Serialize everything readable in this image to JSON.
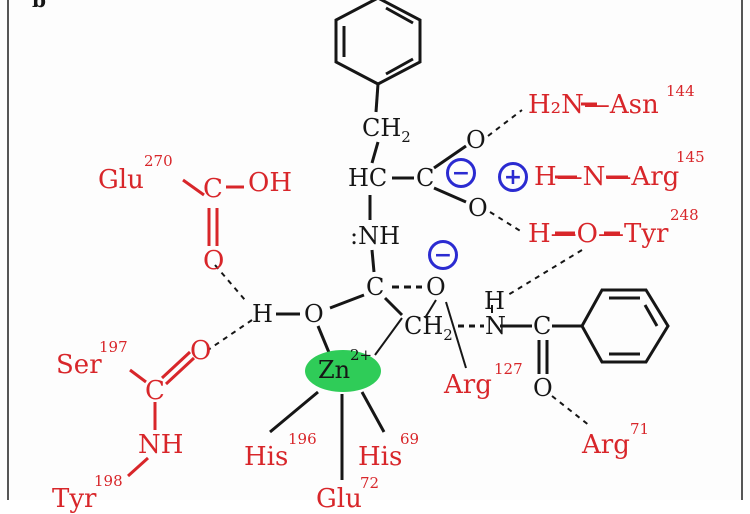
{
  "panel": {
    "letter": "b"
  },
  "substrate": {
    "ch2_top": "CH",
    "ch2_top_sub": "2",
    "hc": "HC",
    "c_carbonyl": "C",
    "o_upper": "O",
    "o_lower": "O",
    "nh": ":NH",
    "c_center": "C",
    "o_center": "O",
    "ch2_mid": "CH",
    "ch2_mid_sub": "2",
    "n": "N",
    "h_amide": "H",
    "c_amide": "C",
    "o_amide": "O"
  },
  "water": {
    "h": "H",
    "o": "O"
  },
  "residues": {
    "glu270": {
      "name": "Glu",
      "num": "270",
      "c": "C",
      "oh": "OH",
      "o": "O"
    },
    "asn144": {
      "group": "H₂N—Asn",
      "num": "144"
    },
    "arg145": {
      "group": "H—N—Arg",
      "num": "145"
    },
    "tyr248": {
      "group": "H—O—Tyr",
      "num": "248"
    },
    "ser197": {
      "name": "Ser",
      "num": "197",
      "c": "C",
      "o": "O",
      "nh": "NH"
    },
    "tyr198": {
      "name": "Tyr",
      "num": "198"
    },
    "arg127": {
      "name": "Arg",
      "num": "127"
    },
    "arg71": {
      "name": "Arg",
      "num": "71"
    },
    "his196": {
      "name": "His",
      "num": "196"
    },
    "his69": {
      "name": "His",
      "num": "69"
    },
    "glu72": {
      "name": "Glu",
      "num": "72"
    }
  },
  "zinc": {
    "label": "Zn",
    "charge": "2+"
  },
  "charges": {
    "minus": "−",
    "plus": "+"
  },
  "colors": {
    "residue": "#d8262a",
    "substrate": "#161616",
    "charge": "#2b2bd1",
    "zinc": "#2fcc58"
  }
}
